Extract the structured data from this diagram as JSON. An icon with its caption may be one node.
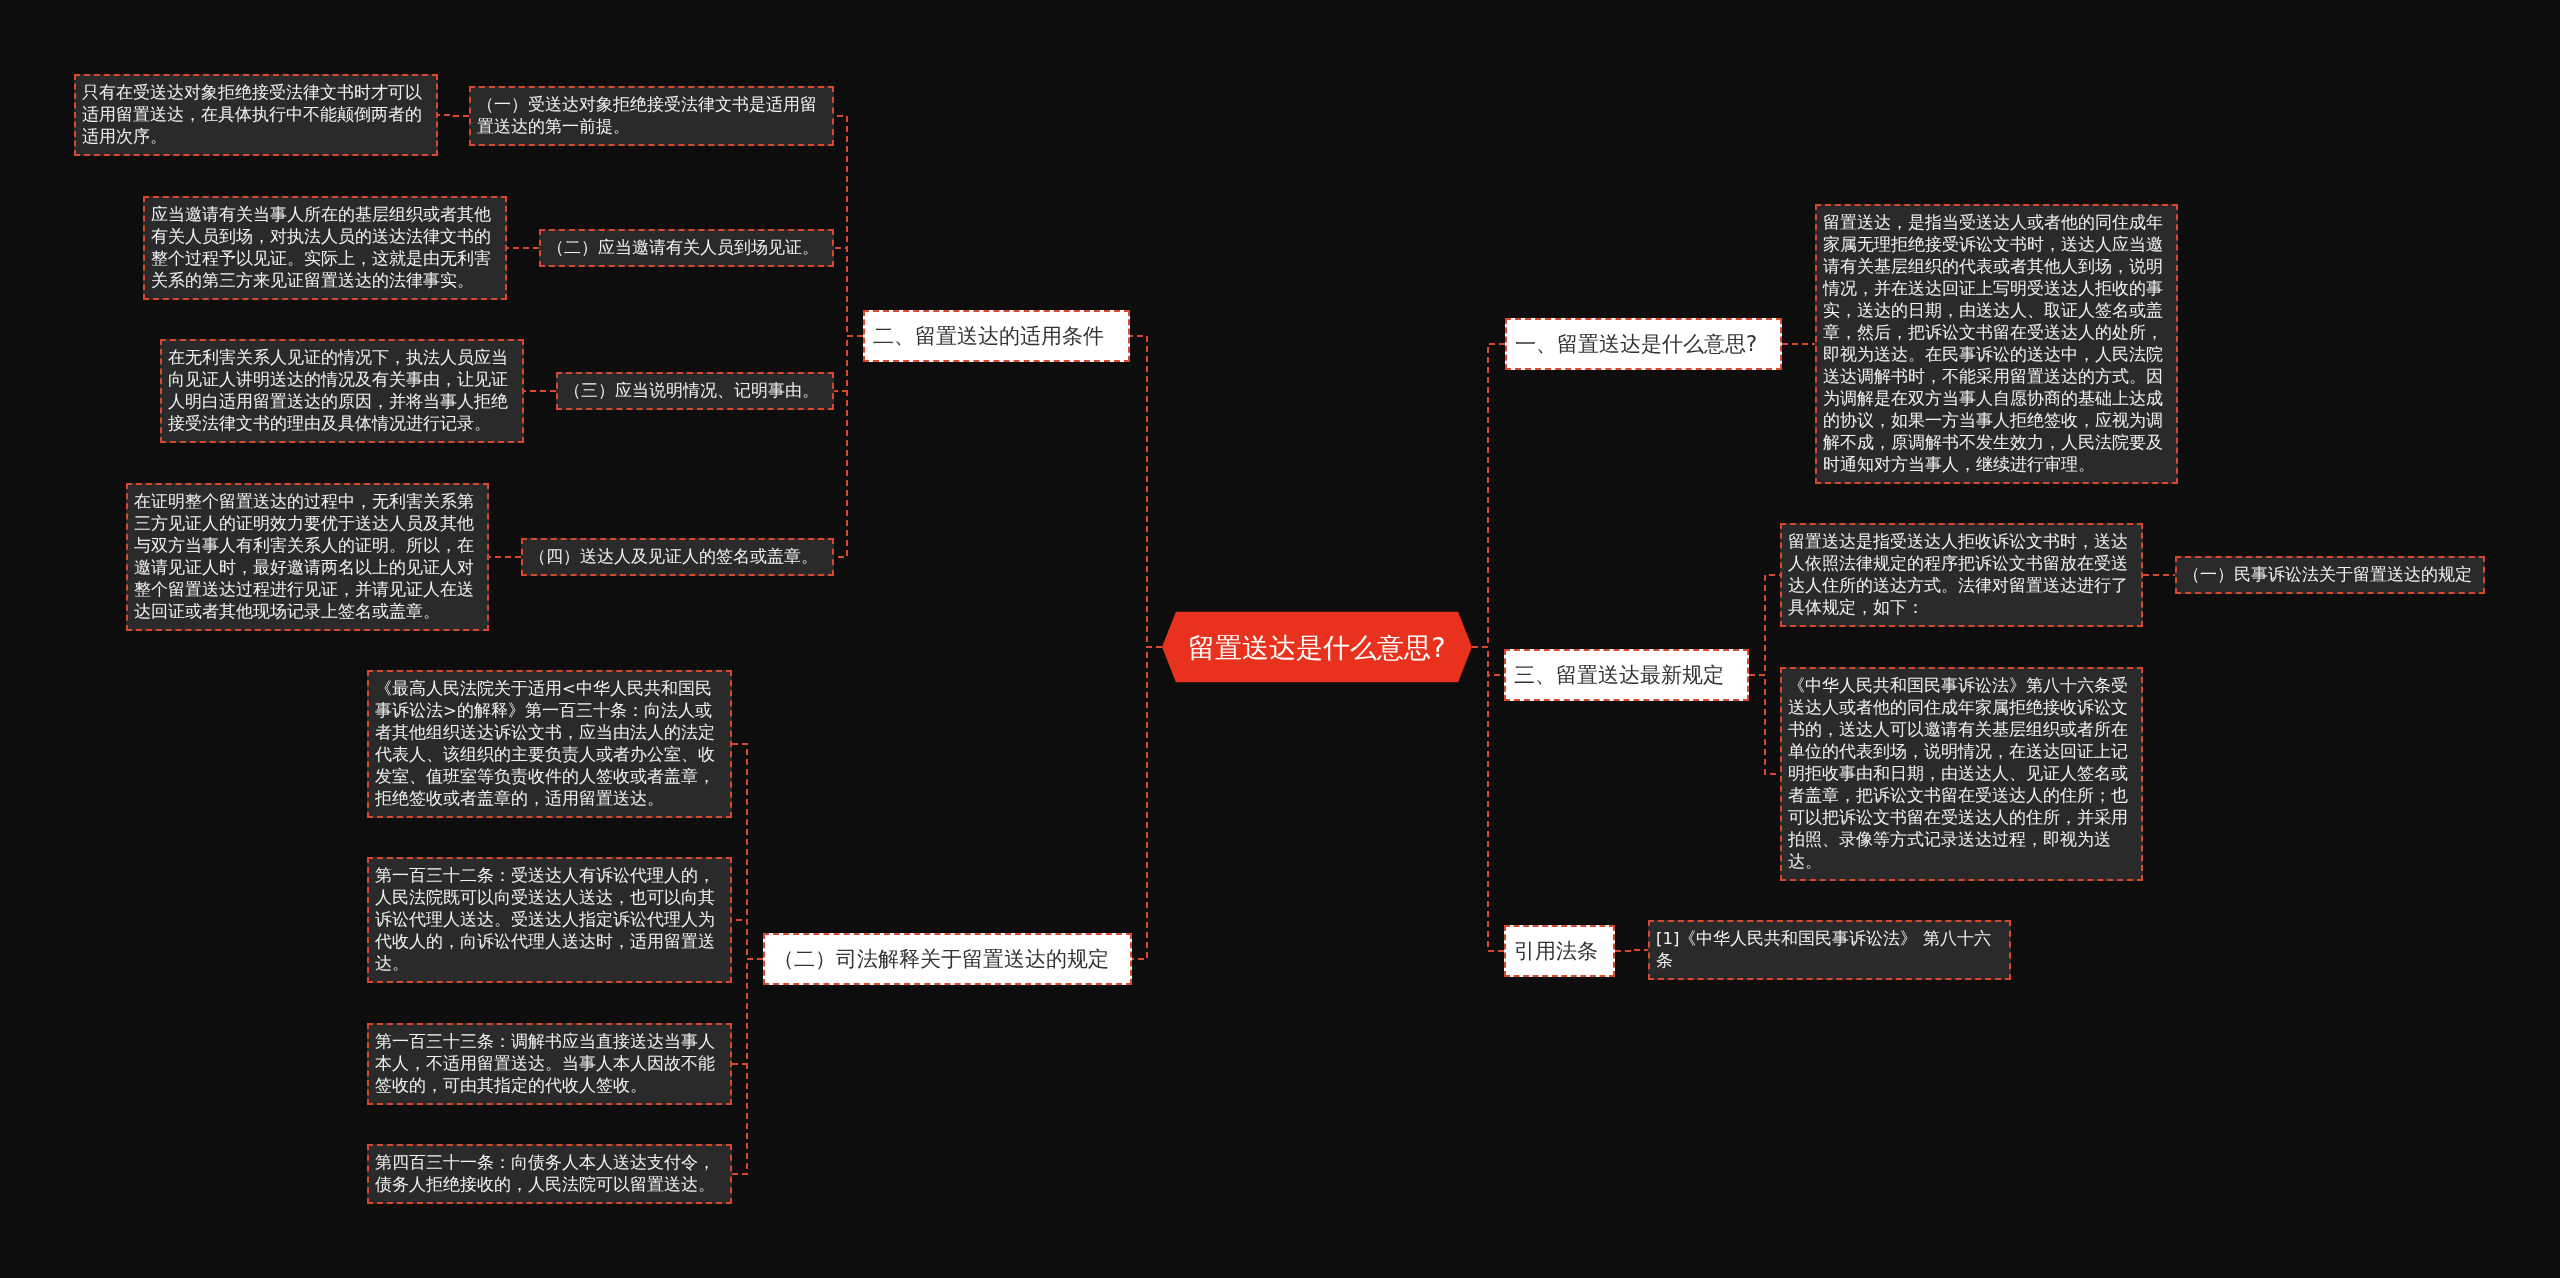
{
  "diagram": {
    "nodes": [
      {
        "text": [
          "留置送达是什么意思?"
        ]
      },
      {
        "text": [
          "二、留置送达的适用条件"
        ]
      },
      {
        "text": [
          "（一）受送达对象拒绝接受法律文书是适用留置送达的第一前提。"
        ]
      },
      {
        "text": [
          "只有在受送达对象拒绝接受法律文书时才可以适用留置送达，在具体执行中不能颠倒两者的适用次序。"
        ]
      },
      {
        "text": [
          "（二）应当邀请有关人员到场见证。"
        ]
      },
      {
        "text": [
          "应当邀请有关当事人所在的基层组织或者其他有关人员到场，对执法人员的送达法律文书的整个过程予以见证。实际上，这就是由无利害关系的第三方来见证留置送达的法律事实。"
        ]
      },
      {
        "text": [
          "（三）应当说明情况、记明事由。"
        ]
      },
      {
        "text": [
          "在无利害关系人见证的情况下，执法人员应当向见证人讲明送达的情况及有关事由，让见证人明白适用留置送达的原因，并将当事人拒绝接受法律文书的理由及具体情况进行记录。"
        ]
      },
      {
        "text": [
          "（四）送达人及见证人的签名或盖章。"
        ]
      },
      {
        "text": [
          "在证明整个留置送达的过程中，无利害关系第三方见证人的证明效力要优于送达人员及其他与双方当事人有利害关系人的证明。所以，在邀请见证人时，最好邀请两名以上的见证人对整个留置送达过程进行见证，并请见证人在送达回证或者其他现场记录上签名或盖章。"
        ]
      },
      {
        "text": [
          "（二）司法解释关于留置送达的规定"
        ]
      },
      {
        "text": [
          "《最高人民法院关于适用<中华人民共和国民事诉讼法>的解释》第一百三十条：向法人或者其他组织送达诉讼文书，应当由法人的法定代表人、该组织的主要负责人或者办公室、收发室、值班室等负责收件的人签收或者盖章，拒绝签收或者盖章的，适用留置送达。"
        ]
      },
      {
        "text": [
          "第一百三十二条：受送达人有诉讼代理人的，人民法院既可以向受送达人送达，也可以向其诉讼代理人送达。受送达人指定诉讼代理人为代收人的，向诉讼代理人送达时，适用留置送达。"
        ]
      },
      {
        "text": [
          "第一百三十三条：调解书应当直接送达当事人本人，不适用留置送达。当事人本人因故不能签收的，可由其指定的代收人签收。"
        ]
      },
      {
        "text": [
          "第四百三十一条：向债务人本人送达支付令，债务人拒绝接收的，人民法院可以留置送达。"
        ]
      },
      {
        "text": [
          "一、留置送达是什么意思?"
        ]
      },
      {
        "text": [
          "留置送达，是指当受送达人或者他的同住成年家属无理拒绝接受诉讼文书时，送达人应当邀请有关基层组织的代表或者其他人到场，说明情况，并在送达回证上写明受送达人拒收的事实，送达的日期，由送达人、取证人签名或盖章，然后，把诉讼文书留在受送达人的处所，即视为送达。在民事诉讼的送达中，人民法院送达调解书时，不能采用留置送达的方式。因为调解是在双方当事人自愿协商的基础上达成的协议，如果一方当事人拒绝签收，应视为调解不成，原调解书不发生效力，人民法院要及时通知对方当事人，继续进行审理。"
        ]
      },
      {
        "text": [
          "三、留置送达最新规定"
        ]
      },
      {
        "text": [
          "留置送达是指受送达人拒收诉讼文书时，送达人依照法律规定的程序把诉讼文书留放在受送达人住所的送达方式。法律对留置送达进行了具体规定，如下："
        ]
      },
      {
        "text": [
          "（一）民事诉讼法关于留置送达的规定"
        ]
      },
      {
        "text": [
          "《中华人民共和国民事诉讼法》第八十六条受送达人或者他的同住成年家属拒绝接收诉讼文书的，送达人可以邀请有关基层组织或者所在单位的代表到场，说明情况，在送达回证上记明拒收事由和日期，由送达人、见证人签名或者盖章，把诉讼文书留在受送达人的住所；也可以把诉讼文书留在受送达人的住所，并采用拍照、录像等方式记录送达过程，即视为送达。"
        ]
      },
      {
        "text": [
          "引用法条"
        ]
      },
      {
        "text": [
          "[1]《中华人民共和国民事诉讼法》 第八十六条"
        ]
      }
    ],
    "edges": [
      {
        "from": 0,
        "to": 1,
        "arrow": "none"
      },
      {
        "from": 1,
        "to": 2,
        "arrow": "none"
      },
      {
        "from": 2,
        "to": 3,
        "arrow": "none"
      },
      {
        "from": 1,
        "to": 4,
        "arrow": "none"
      },
      {
        "from": 4,
        "to": 5,
        "arrow": "none"
      },
      {
        "from": 1,
        "to": 6,
        "arrow": "none"
      },
      {
        "from": 6,
        "to": 7,
        "arrow": "none"
      },
      {
        "from": 1,
        "to": 8,
        "arrow": "none"
      },
      {
        "from": 8,
        "to": 9,
        "arrow": "none"
      },
      {
        "from": 0,
        "to": 10,
        "arrow": "none"
      },
      {
        "from": 10,
        "to": 11,
        "arrow": "none"
      },
      {
        "from": 10,
        "to": 12,
        "arrow": "none"
      },
      {
        "from": 10,
        "to": 13,
        "arrow": "none"
      },
      {
        "from": 10,
        "to": 14,
        "arrow": "none"
      },
      {
        "from": 0,
        "to": 15,
        "arrow": "none"
      },
      {
        "from": 15,
        "to": 16,
        "arrow": "none"
      },
      {
        "from": 0,
        "to": 17,
        "arrow": "none"
      },
      {
        "from": 17,
        "to": 18,
        "arrow": "none"
      },
      {
        "from": 18,
        "to": 19,
        "arrow": "none"
      },
      {
        "from": 17,
        "to": 20,
        "arrow": "none"
      },
      {
        "from": 0,
        "to": 21,
        "arrow": "none"
      },
      {
        "from": 21,
        "to": 22,
        "arrow": "none"
      }
    ]
  }
}
